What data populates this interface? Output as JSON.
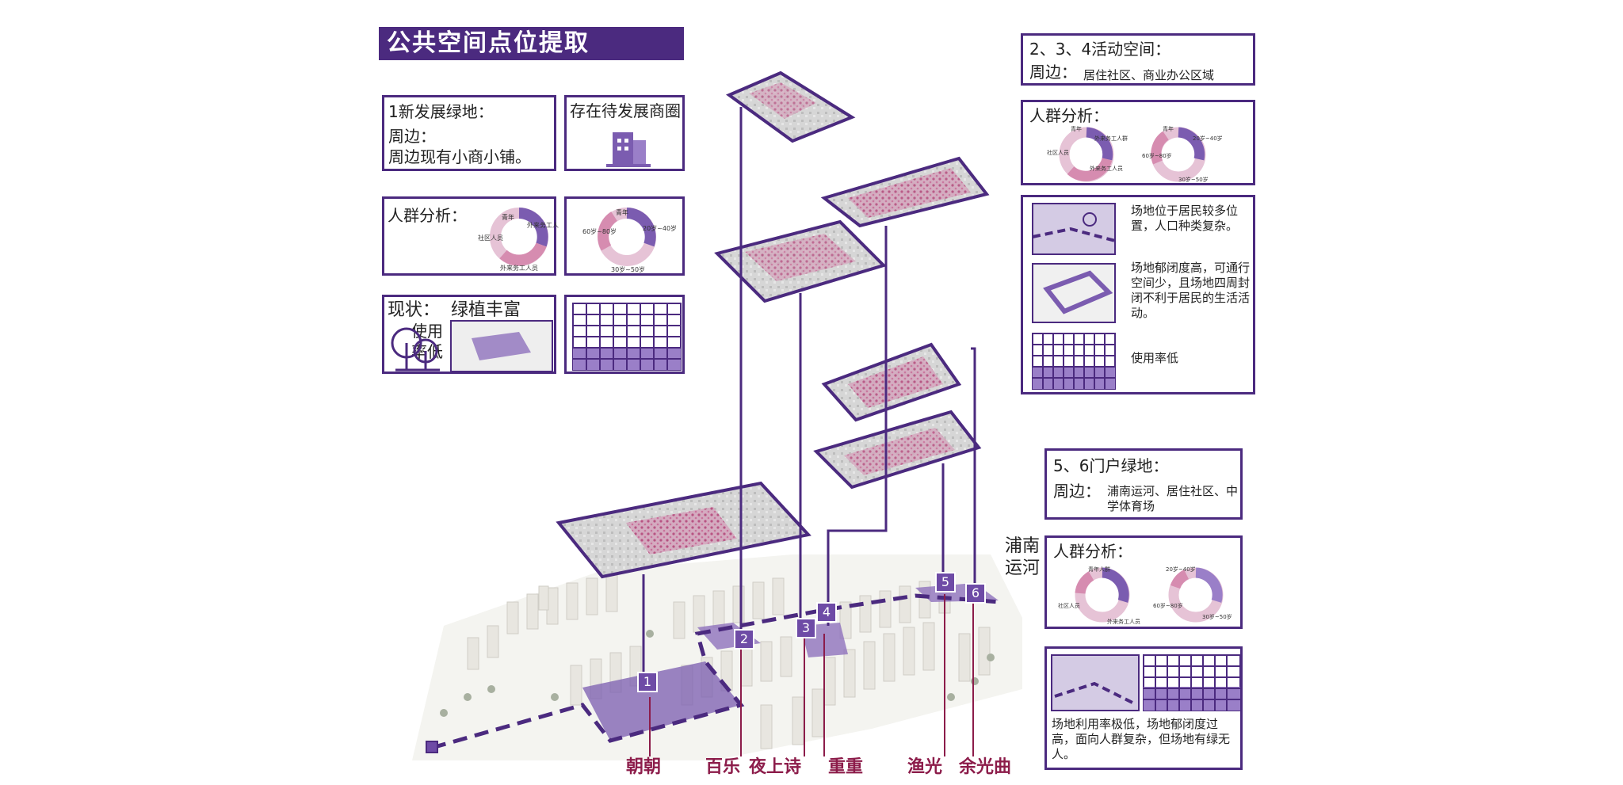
{
  "title": "公共空间点位提取",
  "left": {
    "box1": {
      "heading": "1新发展绿地：",
      "line2": "周边：",
      "line3": "周边现有小商小铺。"
    },
    "box2": {
      "text": "存在待发展商圈"
    },
    "crowd": {
      "heading": "人群分析：",
      "donut1_labels": [
        "青年",
        "外来务工人群",
        "社区人员",
        "外来务工人员"
      ],
      "donut2_labels": [
        "60岁~80岁",
        "20岁~40岁",
        "30岁~50岁",
        "青年"
      ]
    },
    "status": {
      "heading": "现状：",
      "value": "绿植丰富",
      "usage": "使用率低"
    }
  },
  "right": {
    "box_a": {
      "line1": "2、3、4活动空间：",
      "line2_label": "周边：",
      "line2_value": "居住社区、商业办公区域"
    },
    "crowd": {
      "heading": "人群分析：",
      "donut1_labels": [
        "青年",
        "外来务工人群",
        "社区人员",
        "外来务工人员"
      ],
      "donut2_labels": [
        "青年",
        "20岁~40岁",
        "60岁~80岁",
        "30岁~50岁"
      ]
    },
    "desc": {
      "t1": "场地位于居民较多位置，人口种类复杂。",
      "t2": "场地郁闭度高，可通行空间少，且场地四周封闭不利于居民的生活活动。",
      "t3": "使用率低"
    },
    "box_b": {
      "line1": "5、6门户绿地：",
      "line2_label": "周边：",
      "line2_value": "浦南运河、居住社区、中学体育场"
    },
    "crowd2": {
      "heading": "人群分析：",
      "donut1_labels": [
        "青年人群",
        "社区人员",
        "外来务工人员"
      ],
      "donut2_labels": [
        "20岁~40岁",
        "60岁~80岁",
        "30岁~50岁"
      ]
    },
    "bottom_text": "场地利用率极低，场地郁闭度过高，面向人群复杂，但场地有绿无人。"
  },
  "map": {
    "river_label": "浦南运河",
    "numbers": [
      "1",
      "2",
      "3",
      "4",
      "5",
      "6"
    ],
    "names": [
      "朝朝",
      "百乐",
      "夜上诗",
      "重重",
      "渔光",
      "余光曲"
    ]
  },
  "colors": {
    "purple": "#4b2a7f",
    "light_purple": "#7b5cb0",
    "pink": "#c94a86",
    "label_red": "#8c1c4a"
  }
}
